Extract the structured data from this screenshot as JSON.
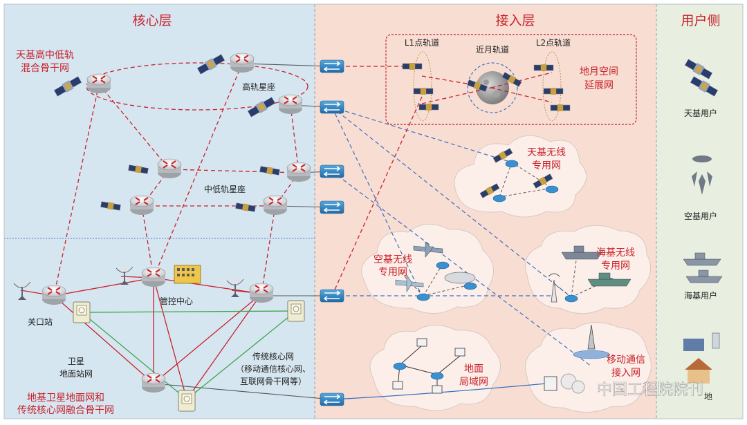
{
  "sections": {
    "core": "核心层",
    "access": "接入层",
    "user": "用户侧"
  },
  "core": {
    "space_backbone_line1": "天基高中低轨",
    "space_backbone_line2": "混合骨干网",
    "high_orbit": "高轨星座",
    "mid_low_orbit": "中低轨星座",
    "gateway": "关口站",
    "control_center": "管控中心",
    "ground_station_line1": "卫星",
    "ground_station_line2": "地面站网",
    "traditional_core_line1": "传统核心网",
    "traditional_core_line2": "（移动通信核心网、",
    "traditional_core_line3": "互联网骨干网等）",
    "ground_backbone_line1": "地基卫星地面网和",
    "ground_backbone_line2": "传统核心网融合骨干网"
  },
  "access": {
    "l1_orbit": "L1点轨道",
    "lunar_orbit": "近月轨道",
    "l2_orbit": "L2点轨道",
    "earth_moon_line1": "地月空间",
    "earth_moon_line2": "延展网",
    "space_wireless_line1": "天基无线",
    "space_wireless_line2": "专用网",
    "air_wireless_line1": "空基无线",
    "air_wireless_line2": "专用网",
    "sea_wireless_line1": "海基无线",
    "sea_wireless_line2": "专用网",
    "ground_lan_line1": "地面",
    "ground_lan_line2": "局域网",
    "mobile_access_line1": "移动通信",
    "mobile_access_line2": "接入网"
  },
  "users": {
    "space": "天基用户",
    "air": "空基用户",
    "sea": "海基用户",
    "ground_partial": "地"
  },
  "watermark": "中国工程院院刊",
  "colors": {
    "core_bg": "#d6e6f0",
    "access_bg": "#f8ddd2",
    "user_bg": "#e8efe0",
    "red_link": "#c8202a",
    "blue_link": "#3a6fc4",
    "green_link": "#3aa64a",
    "title_red": "#c8202a"
  }
}
